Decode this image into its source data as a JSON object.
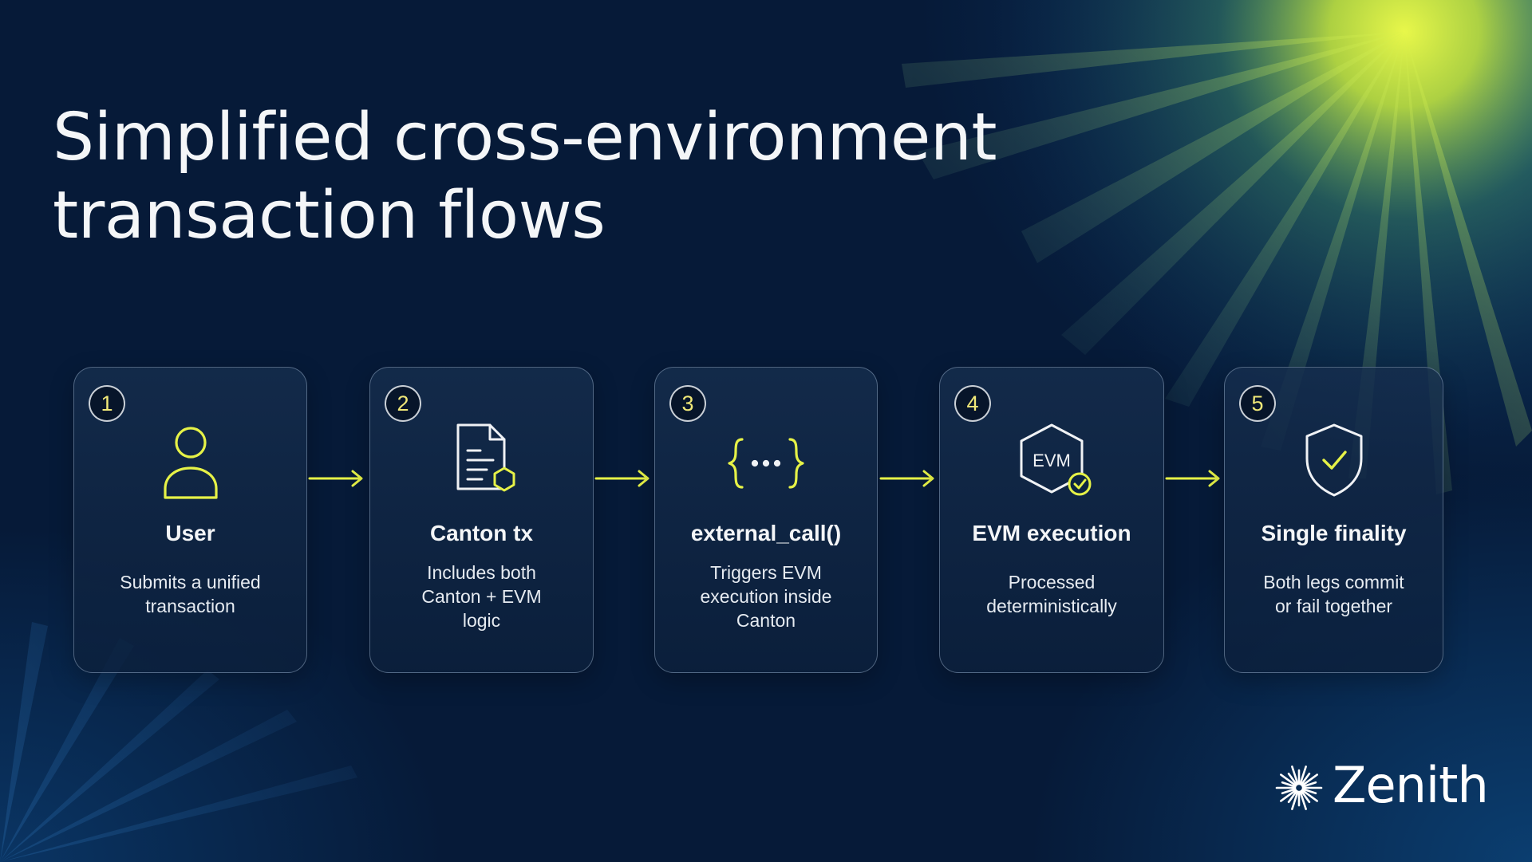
{
  "title": {
    "line1": "Simplified cross-environment",
    "line2": "transaction flows"
  },
  "accent_color": "#e6f247",
  "steps": [
    {
      "number": "1",
      "icon": "user-icon",
      "title": "User",
      "desc": [
        "Submits a unified",
        "transaction"
      ]
    },
    {
      "number": "2",
      "icon": "document-icon",
      "title": "Canton tx",
      "desc": [
        "Includes both",
        "Canton + EVM",
        "logic"
      ]
    },
    {
      "number": "3",
      "icon": "code-braces-icon",
      "title": "external_call()",
      "desc": [
        "Triggers EVM",
        "execution inside",
        "Canton"
      ]
    },
    {
      "number": "4",
      "icon": "evm-hexagon-icon",
      "icon_label": "EVM",
      "title": "EVM execution",
      "desc": [
        "Processed",
        "deterministically"
      ]
    },
    {
      "number": "5",
      "icon": "shield-check-icon",
      "title": "Single finality",
      "desc": [
        "Both legs commit",
        "or fail together"
      ]
    }
  ],
  "brand": {
    "name": "Zenith"
  }
}
